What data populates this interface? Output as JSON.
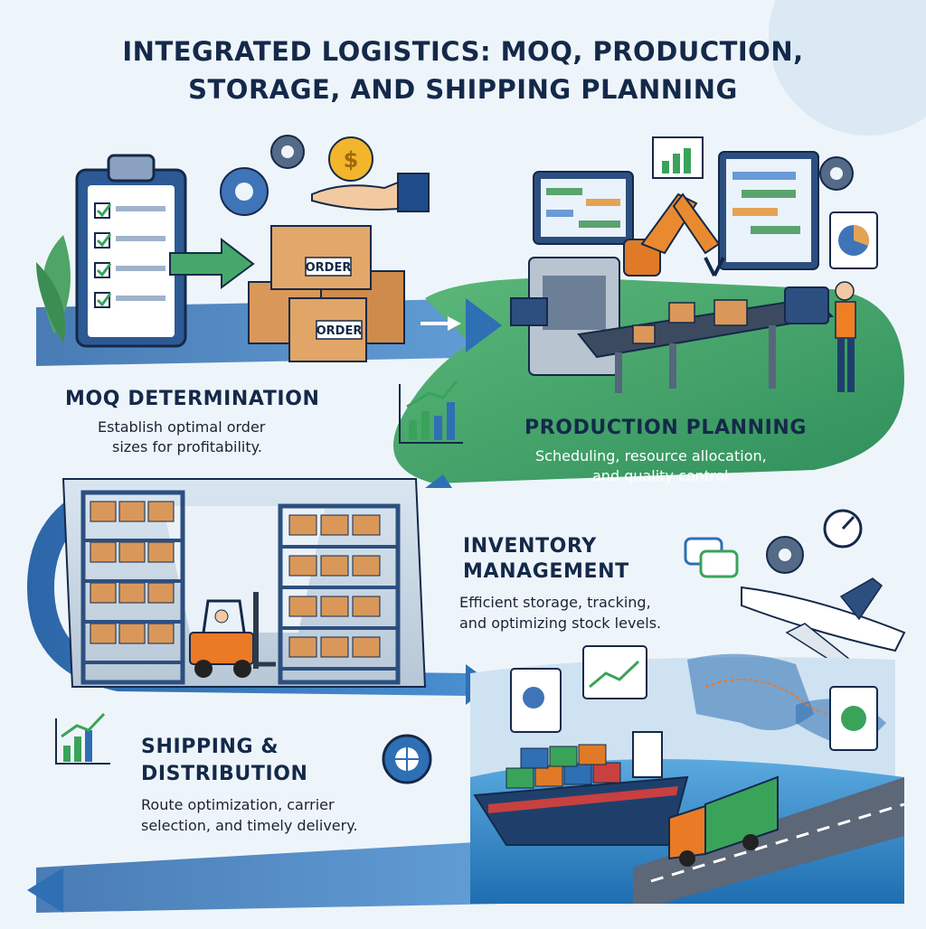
{
  "title": {
    "line1": "INTEGRATED LOGISTICS: MOQ, PRODUCTION,",
    "line2": "STORAGE, AND SHIPPING PLANNING"
  },
  "sections": {
    "moq": {
      "heading": "MOQ DETERMINATION",
      "desc1": "Establish optimal order",
      "desc2": "sizes for profitability."
    },
    "production": {
      "heading": "PRODUCTION PLANNING",
      "desc1": "Scheduling, resource allocation,",
      "desc2": "and quality control."
    },
    "inventory": {
      "heading1": "INVENTORY",
      "heading2": "MANAGEMENT",
      "desc1": "Efficient storage, tracking,",
      "desc2": "and optimizing stock levels."
    },
    "shipping": {
      "heading1": "SHIPPING &",
      "heading2": "DISTRIBUTION",
      "desc1": "Route optimization, carrier",
      "desc2": "selection, and timely delivery."
    }
  },
  "box_label": "ORDER",
  "icons": [
    "clipboard-checklist-icon",
    "gear-icon",
    "coin-hand-icon",
    "boxes-icon",
    "robot-arm-icon",
    "conveyor-icon",
    "monitor-chart-icon",
    "warehouse-icon",
    "forklift-icon",
    "airplane-icon",
    "cargo-ship-icon",
    "truck-icon",
    "world-map-icon",
    "gauge-icon",
    "chat-bubble-icon",
    "globe-gear-icon"
  ],
  "colors": {
    "navy": "#14294a",
    "blue_flow": "#2f6fb3",
    "green_flow": "#49a86a",
    "box_orange": "#d9985a",
    "accent_orange": "#ea7a25",
    "background": "#eef5fa"
  }
}
